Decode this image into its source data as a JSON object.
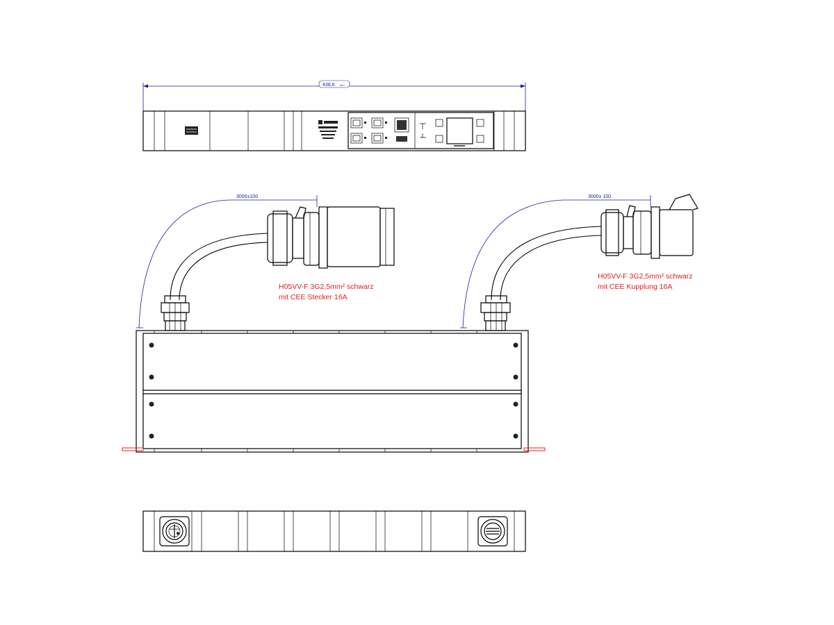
{
  "dimensions": {
    "top_width": "438,6",
    "top_width_unit": "mm",
    "cable_left": "3000±100",
    "cable_right": "3000± 100"
  },
  "notes": {
    "left_line1": "H05VV-F 3G2,5mm² schwarz",
    "left_line2": "mit CEE Stecker 16A",
    "right_line1": "H05VV-F 3G2,5mm² schwarz",
    "right_line2": "mit CEE Kupplung 16A"
  },
  "colors": {
    "dimension": "#1a1aa0",
    "annotation": "#e02020",
    "outline": "#000000"
  }
}
